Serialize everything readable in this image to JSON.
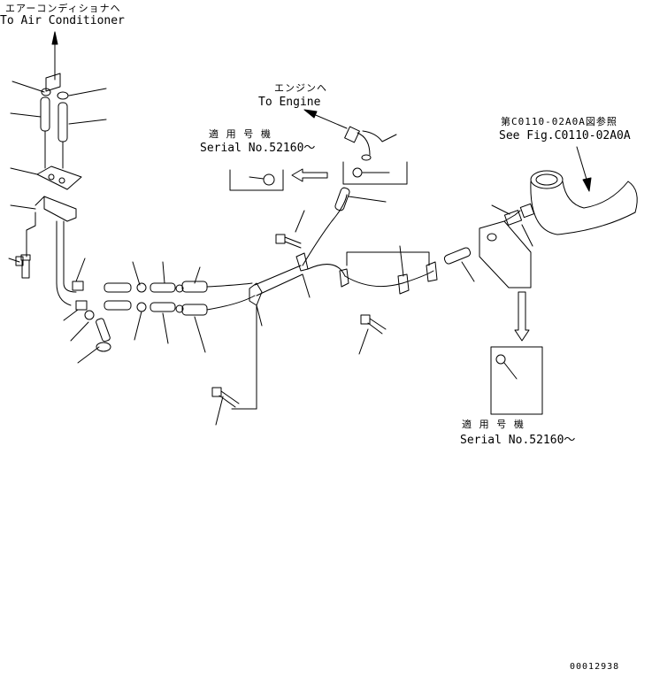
{
  "labels": {
    "air_conditioner_ja": "エアーコンディショナヘ",
    "air_conditioner_en": "To Air Conditioner",
    "engine_ja": "エンジンヘ",
    "engine_en": "To Engine",
    "serial_ja_1": "適 用 号 機",
    "serial_en_1": "Serial No.52160～",
    "ref_ja": "第C0110-02A0A図参照",
    "ref_en": "See Fig.C0110-02A0A",
    "serial_ja_2": "適 用 号 機",
    "serial_en_2": "Serial No.52160～",
    "drawing_number": "00012938"
  },
  "colors": {
    "line": "#000000",
    "background": "#ffffff"
  }
}
